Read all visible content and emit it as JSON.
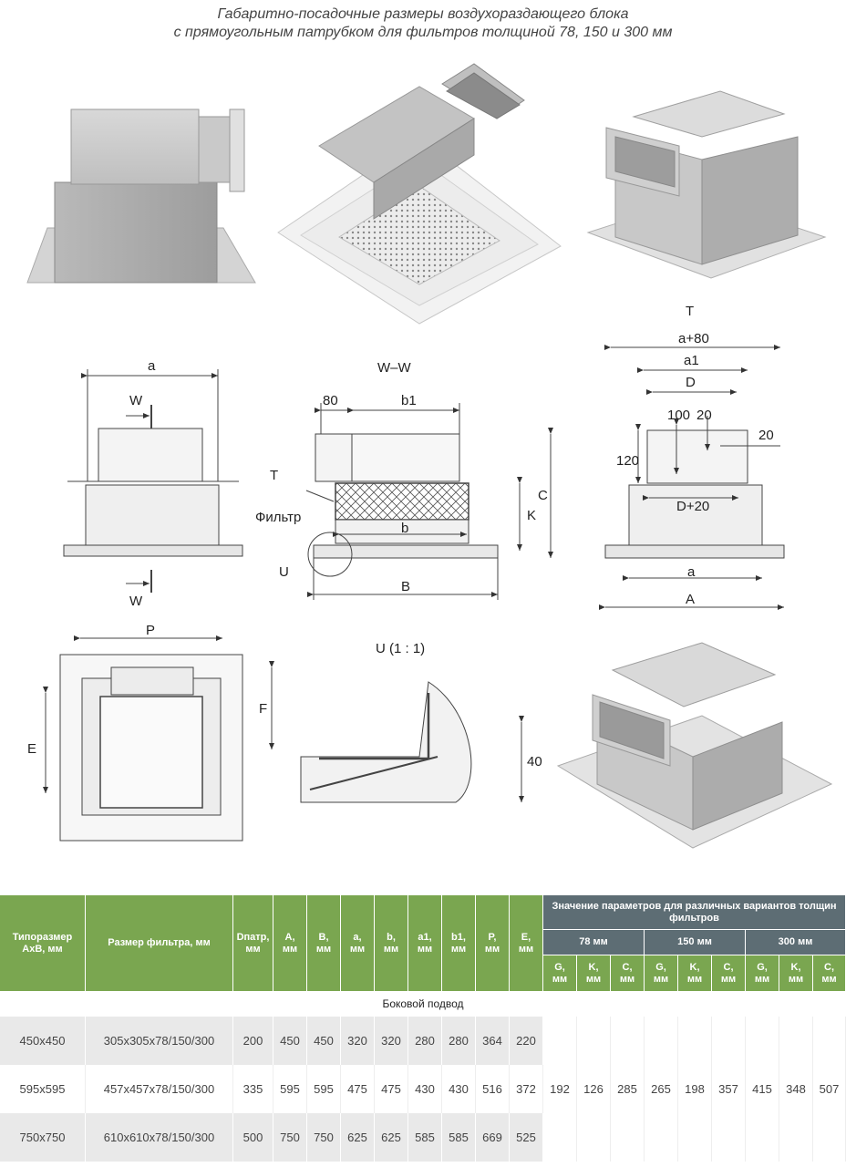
{
  "title": {
    "line1": "Габаритно-посадочные размеры воздухораздающего блока",
    "line2": "с прямоугольным патрубком для фильтров толщиной 78, 150 и 300 мм"
  },
  "labels": {
    "a": "a",
    "W": "W",
    "WW": "W–W",
    "n80": "80",
    "b1": "b1",
    "T": "T",
    "filter": "Фильтр",
    "b": "b",
    "K": "K",
    "C": "C",
    "U": "U",
    "B": "B",
    "a80": "a+80",
    "a1": "a1",
    "D": "D",
    "n100": "100",
    "n20": "20",
    "n20b": "20",
    "n120": "120",
    "D20": "D+20",
    "A": "A",
    "P": "P",
    "E": "E",
    "F": "F",
    "U11": "U (1 : 1)",
    "n40": "40"
  },
  "table": {
    "headers": {
      "size": "Типоразмер AxB, мм",
      "filter": "Размер фильтра, мм",
      "d": "Dпатр,",
      "d_unit": "мм",
      "cols": [
        {
          "name": "A,",
          "unit": "мм"
        },
        {
          "name": "B,",
          "unit": "мм"
        },
        {
          "name": "a,",
          "unit": "мм"
        },
        {
          "name": "b,",
          "unit": "мм"
        },
        {
          "name": "a1,",
          "unit": "мм"
        },
        {
          "name": "b1,",
          "unit": "мм"
        },
        {
          "name": "P,",
          "unit": "мм"
        },
        {
          "name": "E,",
          "unit": "мм"
        }
      ],
      "group_title": "Значение параметров для различных вариантов толщин фильтров",
      "thickness": [
        "78 мм",
        "150 мм",
        "300 мм"
      ],
      "sub": [
        "G,",
        "K,",
        "C,",
        "G,",
        "K,",
        "C,",
        "G,",
        "K,",
        "C,"
      ],
      "sub_unit": "мм"
    },
    "section": "Боковой подвод",
    "rows": [
      {
        "size": "450x450",
        "filter": "305x305x78/150/300",
        "vals": [
          "200",
          "450",
          "450",
          "320",
          "320",
          "280",
          "280",
          "364",
          "220"
        ]
      },
      {
        "size": "595x595",
        "filter": "457x457x78/150/300",
        "vals": [
          "335",
          "595",
          "595",
          "475",
          "475",
          "430",
          "430",
          "516",
          "372"
        ]
      },
      {
        "size": "750x750",
        "filter": "610x610x78/150/300",
        "vals": [
          "500",
          "750",
          "750",
          "625",
          "625",
          "585",
          "585",
          "669",
          "525"
        ]
      }
    ],
    "shared": [
      "192",
      "126",
      "285",
      "265",
      "198",
      "357",
      "415",
      "348",
      "507"
    ]
  }
}
